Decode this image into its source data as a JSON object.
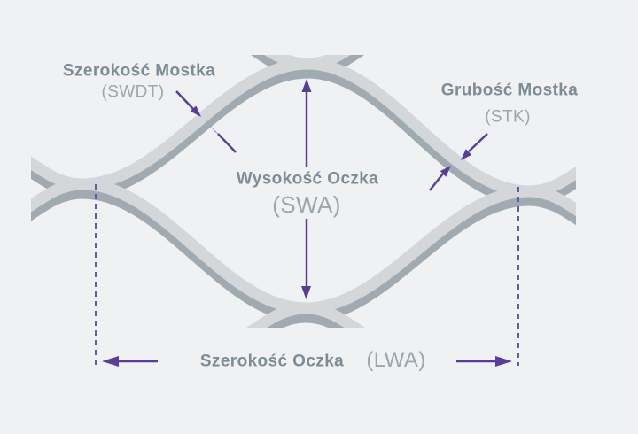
{
  "diagram": {
    "title_context": "expanded-metal-mesh-dimension-diagram",
    "labels": {
      "strand_width": {
        "title": "Szerokość Mostka",
        "code": "(SWDT)"
      },
      "strand_thickness": {
        "title": "Grubość Mostka",
        "code": "(STK)"
      },
      "mesh_height": {
        "title": "Wysokość Oczka",
        "code": "(SWA)"
      },
      "mesh_width": {
        "title": "Szerokość Oczka",
        "code": "(LWA)"
      }
    },
    "colors": {
      "mesh_light": "#d4d7d9",
      "mesh_dark": "#a0aab1",
      "arrow": "#583d99",
      "dash": "#665c9b",
      "label_bold": "#7c8d96",
      "label_light": "#9ba6ae",
      "background": "#f0f1f2"
    }
  }
}
